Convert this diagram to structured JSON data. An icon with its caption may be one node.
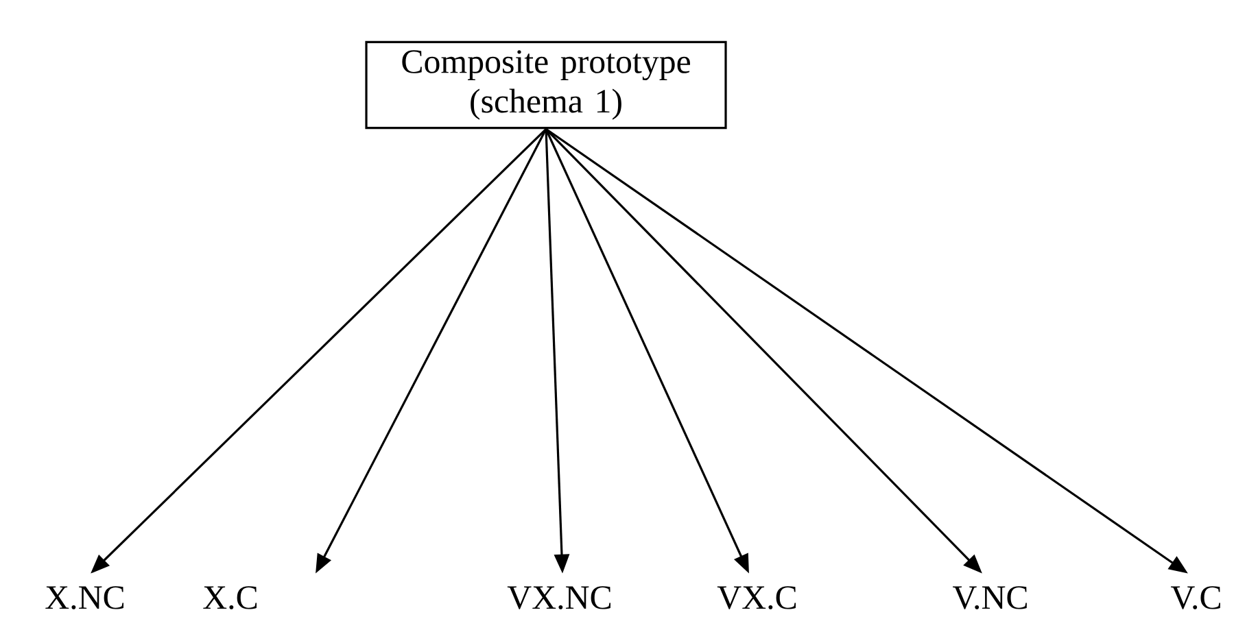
{
  "diagram": {
    "nodes": [
      {
        "text": [
          "Composite prototype (schema 1)"
        ]
      },
      {
        "text": [
          "X.NC"
        ]
      },
      {
        "text": [
          "X.C"
        ]
      },
      {
        "text": [
          "VX.NC"
        ]
      },
      {
        "text": [
          "VX.C"
        ]
      },
      {
        "text": [
          "V.NC"
        ]
      },
      {
        "text": [
          "V.C"
        ]
      }
    ],
    "edges": [
      {
        "from": 0,
        "to": 1,
        "arrow": "to"
      },
      {
        "from": 0,
        "to": 2,
        "arrow": "to"
      },
      {
        "from": 0,
        "to": 3,
        "arrow": "to"
      },
      {
        "from": 0,
        "to": 4,
        "arrow": "to"
      },
      {
        "from": 0,
        "to": 5,
        "arrow": "to"
      },
      {
        "from": 0,
        "to": 6,
        "arrow": "to"
      }
    ]
  }
}
